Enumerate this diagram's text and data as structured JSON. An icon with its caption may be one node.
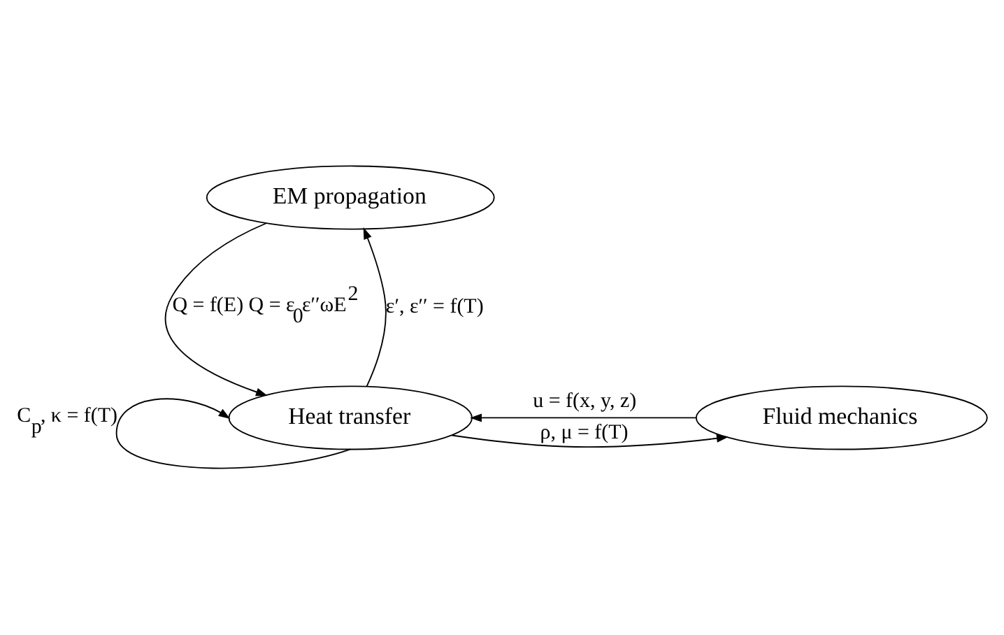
{
  "diagram": {
    "nodes": [
      {
        "text": [
          "EM propagation"
        ]
      },
      {
        "text": [
          "Heat transfer"
        ]
      },
      {
        "text": [
          "Fluid mechanics"
        ]
      }
    ],
    "edges": [
      {
        "from": 1,
        "to": 0,
        "arrow": "to",
        "label": "ε′, ε′′ = f(T)"
      },
      {
        "from": 0,
        "to": 1,
        "arrow": "to",
        "label": "Q = f(E) Q = ε$_{0}$ε′′ωE$^{2}$"
      },
      {
        "from": 1,
        "to": 2,
        "arrow": "to",
        "label": "ρ, μ = f(T)"
      },
      {
        "from": 2,
        "to": 1,
        "arrow": "to",
        "label": "u = f(x, y, z)"
      },
      {
        "from": 1,
        "to": 1,
        "arrow": "to",
        "label": "C$_{p}$, κ = f(T)"
      }
    ]
  }
}
